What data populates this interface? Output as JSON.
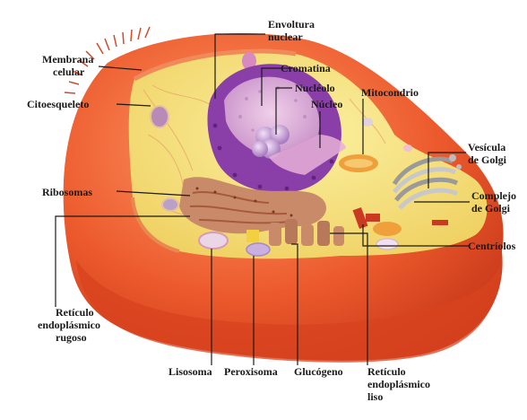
{
  "labels": {
    "membrana": [
      "Membrana",
      "celular"
    ],
    "citoesqueleto": [
      "Citoesqueleto"
    ],
    "ribosomas": [
      "Ribosomas"
    ],
    "reticulo_rugoso": [
      "Retículo",
      "endoplásmico",
      "rugoso"
    ],
    "envoltura": [
      "Envoltura",
      "nuclear"
    ],
    "cromatina": [
      "Cromatina"
    ],
    "nucleolo": [
      "Nucléolo"
    ],
    "nucleo": [
      "Núcleo"
    ],
    "mitocondrio": [
      "Mitocondrio"
    ],
    "vesicula": [
      "Vesícula",
      "de Golgi"
    ],
    "golgi": [
      "Complejo",
      "de Golgi"
    ],
    "centriolos": [
      "Centríolos"
    ],
    "lisosoma": [
      "Lisosoma"
    ],
    "peroxisoma": [
      "Peroxisoma"
    ],
    "glucogeno": [
      "Glucógeno"
    ],
    "reticulo_liso": [
      "Retículo",
      "endoplásmico",
      "liso"
    ]
  },
  "colors": {
    "membrane_outer": "#e8502a",
    "membrane_light": "#f47c4a",
    "cytoplasm": "#f6e07a",
    "nucleus": "#8a3fa8",
    "nucleoplasm": "#e6bfe0",
    "nucleolus": "#c9a0d8",
    "rough_er": "#c98a6a",
    "golgi": "#bdbdbd",
    "mitochondria": "#f0a03a"
  }
}
